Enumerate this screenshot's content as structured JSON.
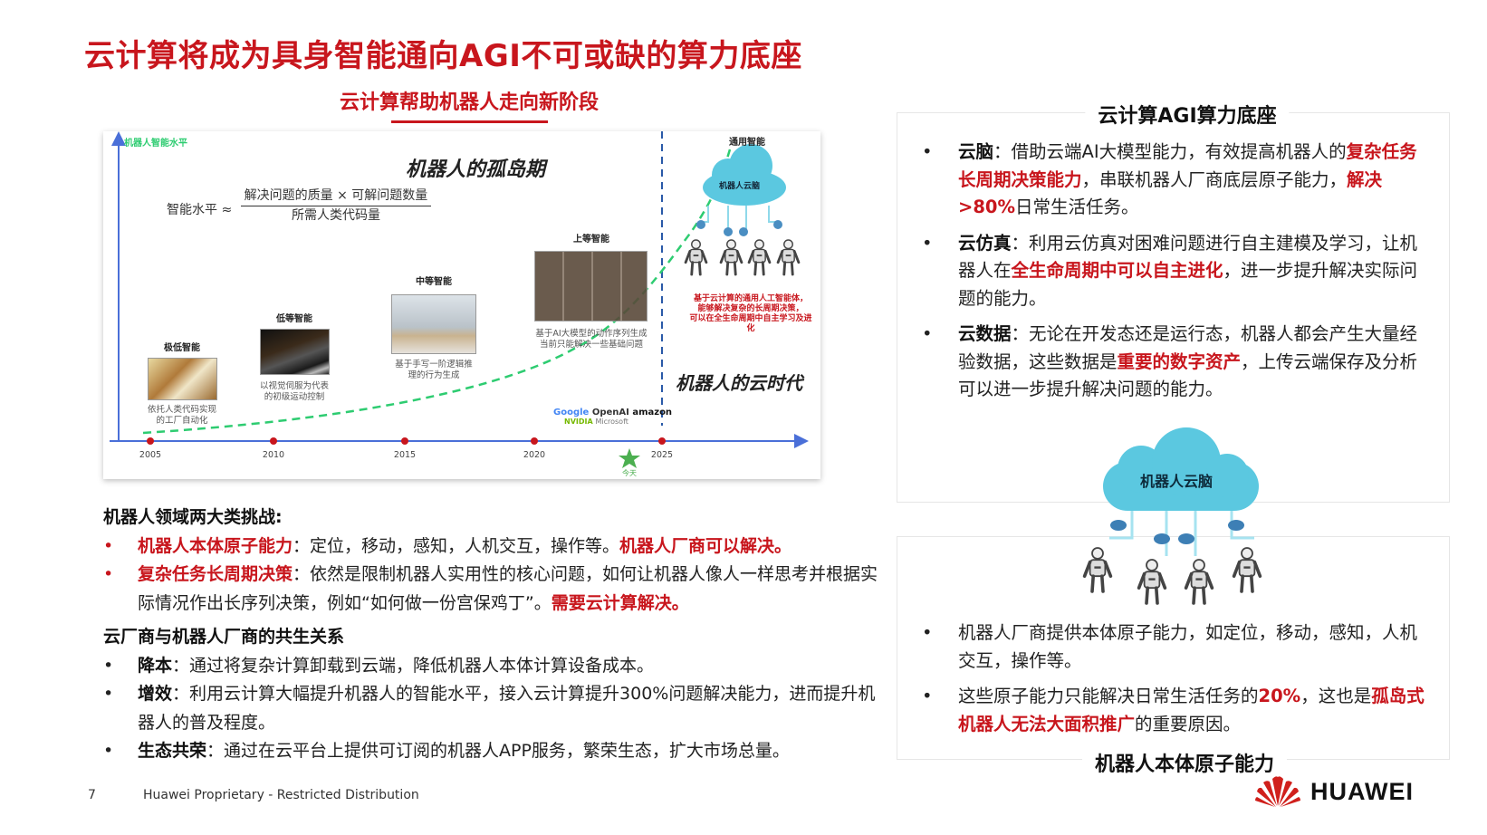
{
  "title": "云计算将成为具身智能通向AGI不可或缺的算力底座",
  "subtitle": "云计算帮助机器人走向新阶段",
  "chart": {
    "y_axis_label": "机器人智能水平",
    "island_era": "机器人的孤岛期",
    "cloud_era": "机器人的云时代",
    "formula": {
      "lhs": "智能水平 ≈",
      "numerator": "解决问题的质量 × 可解问题数量",
      "denominator": "所需人类代码量"
    },
    "years": [
      "2005",
      "2010",
      "2015",
      "2020",
      "2025"
    ],
    "today_label": "今天",
    "stages": [
      {
        "label": "极低智能",
        "caption": [
          "依托人类代码实现",
          "的工厂自动化"
        ]
      },
      {
        "label": "低等智能",
        "caption": [
          "以视觉伺服为代表",
          "的初级运动控制"
        ]
      },
      {
        "label": "中等智能",
        "caption": [
          "基于手写一阶逻辑推",
          "理的行为生成"
        ]
      },
      {
        "label": "上等智能",
        "caption": [
          "基于AI大模型的动作序列生成",
          "当前只能解决一些基础问题"
        ]
      }
    ],
    "general_label": "通用智能",
    "cloud_brain": "机器人云脑",
    "general_caption": [
      "基于云计算的通用人工智能体，",
      "能够解决复杂的长周期决策，",
      "可以在全生命周期中自主学习及进",
      "化"
    ],
    "logos": [
      "Google",
      "OpenAI",
      "amazon",
      "NVIDIA",
      "Microsoft"
    ]
  },
  "left": {
    "heading1": "机器人领域两大类挑战:",
    "challenges": [
      [
        {
          "t": "机器人本体原子能力",
          "s": "red"
        },
        {
          "t": "：定位，移动，感知，人机交互，操作等。"
        },
        {
          "t": "机器人厂商可以解决。",
          "s": "red"
        }
      ],
      [
        {
          "t": "复杂任务长周期决策",
          "s": "red"
        },
        {
          "t": "：依然是限制机器人实用性的核心问题，如何让机器人像人一样思考并根据实际情况作出长序列决策，例如“如何做一份宫保鸡丁”。"
        },
        {
          "t": "需要云计算解决。",
          "s": "red"
        }
      ]
    ],
    "heading2": "云厂商与机器人厂商的共生关系",
    "relations": [
      [
        {
          "t": "降本",
          "s": "b"
        },
        {
          "t": "：通过将复杂计算卸载到云端，降低机器人本体计算设备成本。"
        }
      ],
      [
        {
          "t": "增效",
          "s": "b"
        },
        {
          "t": "：利用云计算大幅提升机器人的智能水平，接入云计算提升300%问题解决能力，进而提升机器人的普及程度。"
        }
      ],
      [
        {
          "t": "生态共荣",
          "s": "b"
        },
        {
          "t": "：通过在云平台上提供可订阅的机器人APP服务，繁荣生态，扩大市场总量。"
        }
      ]
    ]
  },
  "right": {
    "panel1_title": "云计算AGI算力底座",
    "panel1_items": [
      [
        {
          "t": "云脑",
          "s": "b"
        },
        {
          "t": "：借助云端AI大模型能力，有效提高机器人的"
        },
        {
          "t": "复杂任务长周期决策能力",
          "s": "red"
        },
        {
          "t": "，串联机器人厂商底层原子能力，"
        },
        {
          "t": "解决>80%",
          "s": "red"
        },
        {
          "t": "日常生活任务。"
        }
      ],
      [
        {
          "t": "云仿真",
          "s": "b"
        },
        {
          "t": "：利用云仿真对困难问题进行自主建模及学习，让机器人在"
        },
        {
          "t": "全生命周期中可以自主进化",
          "s": "red"
        },
        {
          "t": "，进一步提升解决实际问题的能力。"
        }
      ],
      [
        {
          "t": "云数据",
          "s": "b"
        },
        {
          "t": "：无论在开发态还是运行态，机器人都会产生大量经验数据，这些数据是"
        },
        {
          "t": "重要的数字资产",
          "s": "red"
        },
        {
          "t": "，上传云端保存及分析可以进一步提升解决问题的能力。"
        }
      ]
    ],
    "cloud_label": "机器人云脑",
    "panel2_title": "机器人本体原子能力",
    "panel2_items": [
      [
        {
          "t": "机器人厂商提供本体原子能力，如定位，移动，感知，人机交互，操作等。"
        }
      ],
      [
        {
          "t": "这些原子能力只能解决日常生活任务的"
        },
        {
          "t": "20%",
          "s": "red"
        },
        {
          "t": "，这也是"
        },
        {
          "t": "孤岛式机器人无法大面积推广",
          "s": "red"
        },
        {
          "t": "的重要原因。"
        }
      ]
    ]
  },
  "footer": {
    "page": "7",
    "text": "Huawei Proprietary - Restricted Distribution",
    "brand": "HUAWEI"
  },
  "colors": {
    "accent": "#c8161d",
    "axis": "#4a6fd8",
    "curve": "#2ecc71",
    "cloud": "#5bc8e0"
  }
}
